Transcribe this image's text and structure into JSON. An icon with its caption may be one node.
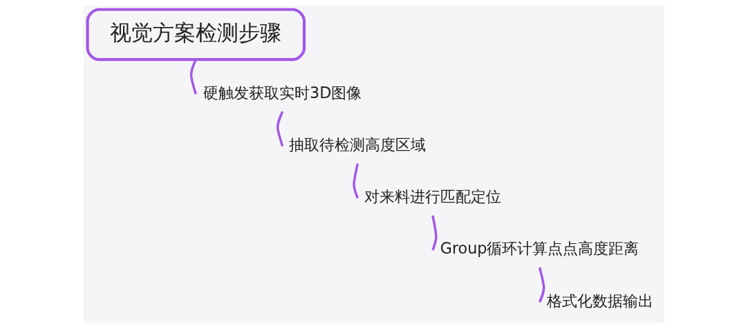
{
  "diagram": {
    "nodes": [
      {
        "text": [
          "视觉方案检测步骤"
        ]
      },
      {
        "text": [
          "硬触发获取实时3D图像"
        ]
      },
      {
        "text": [
          "抽取待检测高度区域"
        ]
      },
      {
        "text": [
          "对来料进行匹配定位"
        ]
      },
      {
        "text": [
          "Group循环计算点点高度距离"
        ]
      },
      {
        "text": [
          "格式化数据输出"
        ]
      }
    ],
    "edges": [
      {
        "from": 0,
        "to": 1,
        "arrow": "none"
      },
      {
        "from": 1,
        "to": 2,
        "arrow": "none"
      },
      {
        "from": 2,
        "to": 3,
        "arrow": "none"
      },
      {
        "from": 3,
        "to": 4,
        "arrow": "none"
      },
      {
        "from": 4,
        "to": 5,
        "arrow": "none"
      }
    ]
  }
}
